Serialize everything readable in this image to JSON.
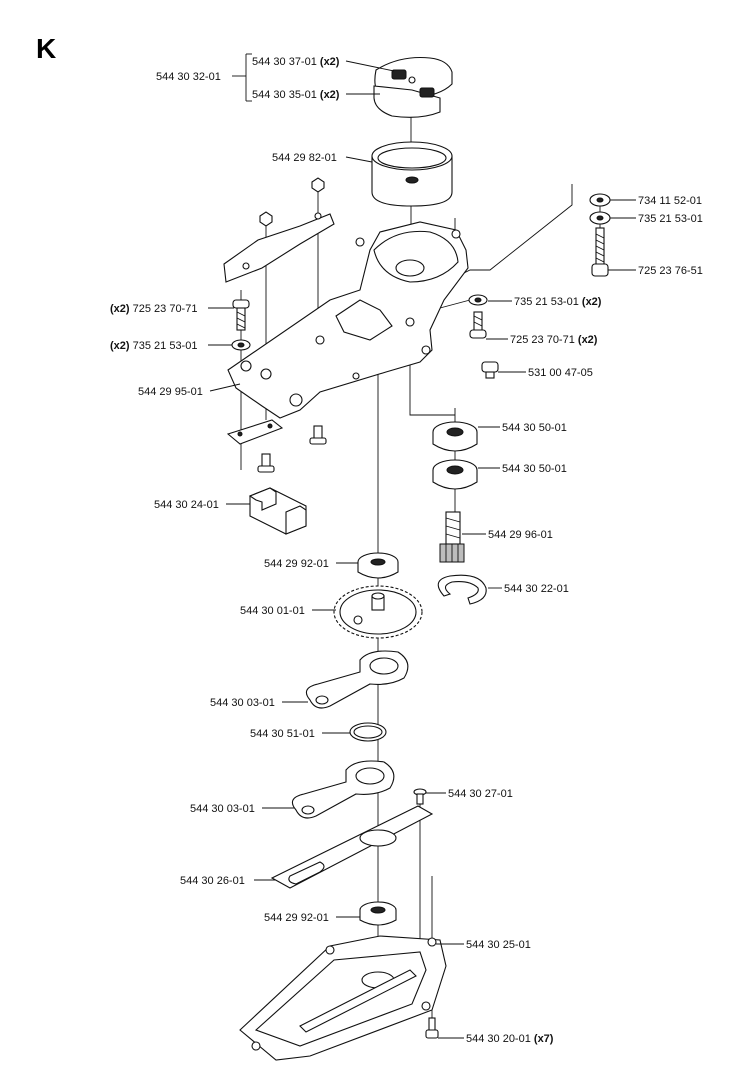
{
  "section_letter": "K",
  "callouts": [
    {
      "id": "assy-clutch",
      "part": "544 30 32-01"
    },
    {
      "id": "clutch-shoe-1",
      "part": "544 30 37-01",
      "qty": "(x2)"
    },
    {
      "id": "clutch-shoe-2",
      "part": "544 30 35-01",
      "qty": "(x2)"
    },
    {
      "id": "clutch-drum",
      "part": "544 29 82-01"
    },
    {
      "id": "washer-top",
      "part": "734 11 52-01"
    },
    {
      "id": "washer-mid",
      "part": "735 21 53-01"
    },
    {
      "id": "screw-long",
      "part": "725 23 76-51"
    },
    {
      "id": "screw-left",
      "part": "725 23 70-71",
      "qty": "(x2)",
      "qty_first": true
    },
    {
      "id": "washer-left",
      "part": "735 21 53-01",
      "qty": "(x2)",
      "qty_first": true
    },
    {
      "id": "washer-right",
      "part": "735 21 53-01",
      "qty": "(x2)"
    },
    {
      "id": "screw-right",
      "part": "725 23 70-71",
      "qty": "(x2)"
    },
    {
      "id": "plug-screw",
      "part": "531 00 47-05"
    },
    {
      "id": "gear-housing",
      "part": "544 29 95-01"
    },
    {
      "id": "bearing-a",
      "part": "544 30 50-01"
    },
    {
      "id": "bearing-b",
      "part": "544 30 50-01"
    },
    {
      "id": "pinion",
      "part": "544 29 96-01"
    },
    {
      "id": "block",
      "part": "544 30 24-01"
    },
    {
      "id": "circlip",
      "part": "544 30 22-01"
    },
    {
      "id": "bearing-upper",
      "part": "544 29 92-01"
    },
    {
      "id": "gear-wheel",
      "part": "544 30 01-01"
    },
    {
      "id": "conrod-1",
      "part": "544 30 03-01"
    },
    {
      "id": "retaining-ring",
      "part": "544 30 51-01"
    },
    {
      "id": "conrod-2",
      "part": "544 30 03-01"
    },
    {
      "id": "screw-small",
      "part": "544 30 27-01"
    },
    {
      "id": "guide-plate",
      "part": "544 30 26-01"
    },
    {
      "id": "bearing-lower",
      "part": "544 29 92-01"
    },
    {
      "id": "cover-plate",
      "part": "544 30 25-01"
    },
    {
      "id": "screw-cover",
      "part": "544 30 20-01",
      "qty": "(x7)"
    }
  ]
}
